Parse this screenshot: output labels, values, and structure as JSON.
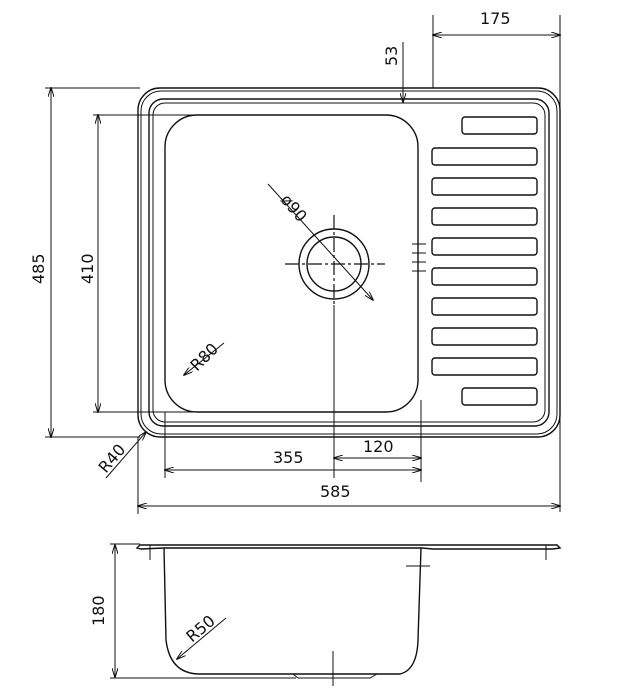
{
  "title": "Sink technical drawing",
  "colors": {
    "line": "#111111",
    "background": "#ffffff"
  },
  "top_view": {
    "dim_overall_width": "585",
    "dim_overall_depth": "485",
    "dim_bowl_depth": "410",
    "dim_bowl_width": "355",
    "dim_drain_offset": "120",
    "dim_drainer_width": "175",
    "dim_top_offset": "53",
    "drain_diameter": "ø90",
    "bowl_radius": "R80",
    "corner_radius": "R40",
    "drainer_slots": 10
  },
  "side_view": {
    "dim_bowl_height": "180",
    "bottom_radius": "R50"
  }
}
